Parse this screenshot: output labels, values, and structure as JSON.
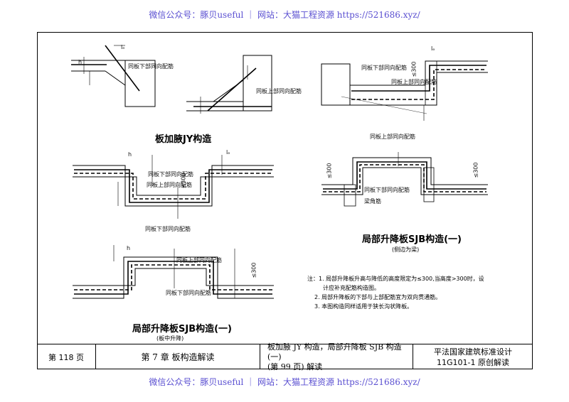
{
  "watermark": {
    "text": "微信公众号：豚贝useful ｜ 网站：大猫工程资源 https://521686.xyz/"
  },
  "labels": {
    "lower_rebar": "同板下部同向配筋",
    "upper_rebar": "同板上部同向配筋",
    "corner_bar": "梁角筋",
    "le": "lₑ",
    "h": "h",
    "limit300": "≤300"
  },
  "figures": {
    "jy_title": "板加腋JY构造",
    "sjb_title_right": "局部升降板SJB构造(一)",
    "sjb_sub_right": "(侧边为梁)",
    "sjb_title_left": "局部升降板SJB构造(一)",
    "sjb_sub_left": "(板中升降)"
  },
  "notes": {
    "n1a": "注：1. 局部升降板升高与降低的高度限定为≤300,当高度>300时，设",
    "n1b": "计应补充配筋构造图。",
    "n2": "2. 局部升降板的下部与上部配筋宜为双向贯通筋。",
    "n3": "3. 本图构造同样适用于狭长沟状降板。"
  },
  "footer": {
    "page": "第 118 页",
    "chapter": "第 7 章   板构造解读",
    "desc_line1": "板加腋 JY 构造，局部升降板 SJB 构造(一)",
    "desc_line2": "(第 99 页) 解读",
    "std_line1": "平法国家建筑标准设计",
    "std_line2": "11G101-1 原创解读"
  }
}
